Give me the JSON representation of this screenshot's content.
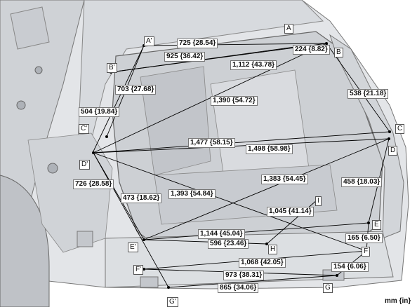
{
  "points": [
    "A",
    "A'",
    "B",
    "B'",
    "C",
    "C'",
    "D",
    "D'",
    "E",
    "E'",
    "F",
    "F'",
    "G",
    "G'",
    "H",
    "I"
  ],
  "measurements": [
    "725 {28.54}",
    "224 {8.82}",
    "925 {36.42}",
    "1,112 {43.78}",
    "703 {27.68}",
    "538 {21.18}",
    "1,390 {54.72}",
    "504 {19.84}",
    "1,477 {58.15}",
    "1,498 {58.98}",
    "458 {18.03}",
    "726 {28.58}",
    "473 {18.62}",
    "1,393 {54.84}",
    "1,383 {54.45}",
    "1,045 {41.14}",
    "1,144 {45.04}",
    "165 {6.50}",
    "596 {23.46}",
    "1,068 {42.05}",
    "154 {6.06}",
    "973 {38.31}",
    "865 {34.06}"
  ],
  "unit_label": "mm {in}"
}
